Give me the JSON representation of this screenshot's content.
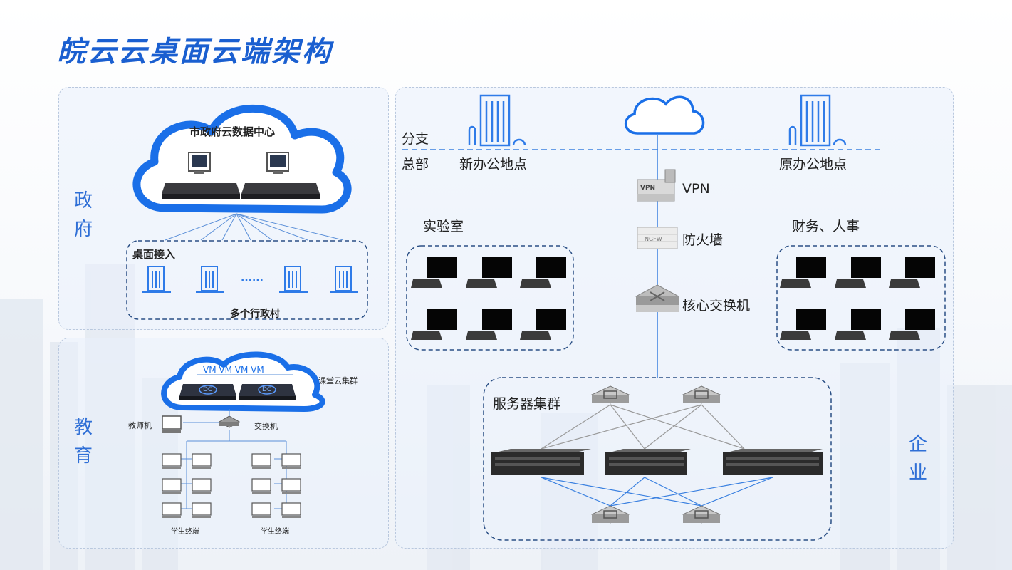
{
  "title": "皖云云桌面云端架构",
  "gov": {
    "side_label": [
      "政",
      "府"
    ],
    "cloud_title": "市政府云数据中心",
    "access_title": "桌面接入",
    "dots": "······",
    "villages": "多个行政村"
  },
  "edu": {
    "side_label": [
      "教",
      "育"
    ],
    "vm_row": "VM VM VM VM",
    "cluster": "课堂云集群",
    "teacher": "教师机",
    "switch": "交换机",
    "students_left": "学生终端",
    "students_right": "学生终端",
    "dc_label": "DC"
  },
  "ent": {
    "side_label": [
      "企",
      "业"
    ],
    "branch": "分支",
    "hq": "总部",
    "new_office": "新办公地点",
    "old_office": "原办公地点",
    "vpn": "VPN",
    "vpn_tag": "VPN",
    "firewall": "防火墙",
    "firewall_tag": "NGFW",
    "core_switch": "核心交换机",
    "lab": "实验室",
    "finance": "财务、人事",
    "server_cluster": "服务器集群"
  },
  "colors": {
    "accent": "#1a6fe8",
    "title": "#1a5fd0",
    "label": "#2f6fd6",
    "line": "#3a80e0"
  }
}
